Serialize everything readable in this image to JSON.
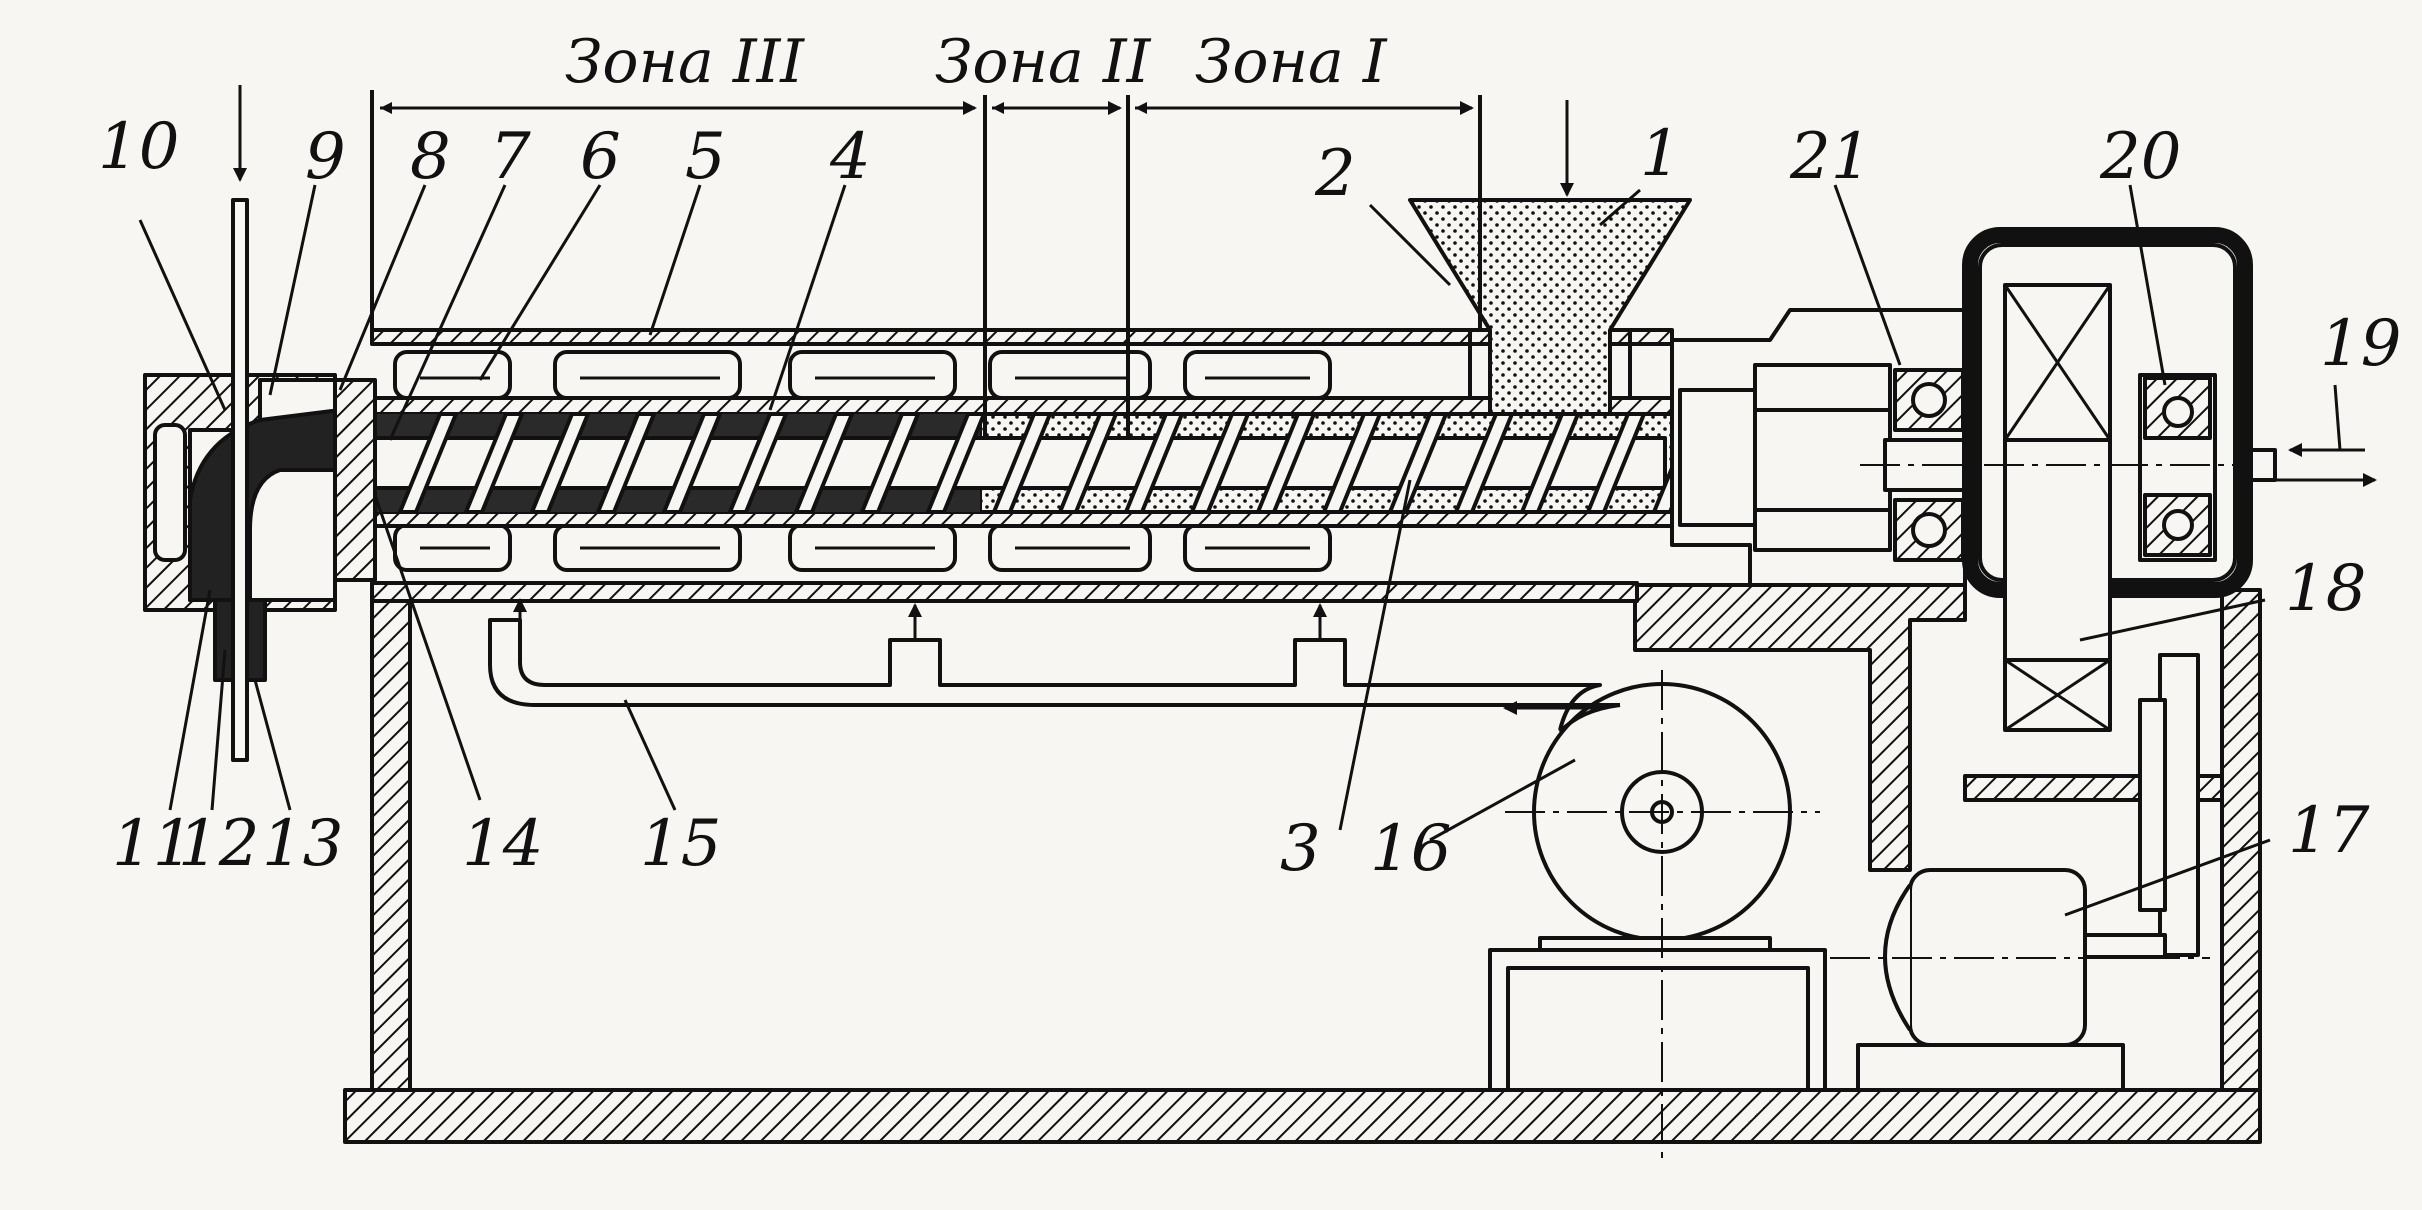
{
  "zones": {
    "zone3": "Зона  III",
    "zone2": "Зона II",
    "zone1": "Зона I"
  },
  "labels": {
    "n1": "1",
    "n2": "2",
    "n3": "3",
    "n4": "4",
    "n5": "5",
    "n6": "6",
    "n7": "7",
    "n8": "8",
    "n9": "9",
    "n10": "10",
    "n11": "11",
    "n12": "12",
    "n13": "13",
    "n14": "14",
    "n15": "15",
    "n16": "16",
    "n17": "17",
    "n18": "18",
    "n19": "19",
    "n20": "20",
    "n21": "21"
  }
}
